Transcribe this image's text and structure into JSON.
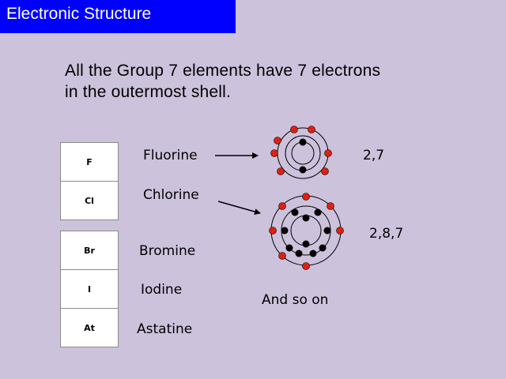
{
  "slide": {
    "title": "Electronic Structure",
    "heading_line1": "All the Group 7 elements have 7 electrons",
    "heading_line2": "in the outermost shell."
  },
  "table": {
    "group_a": [
      "F",
      "Cl"
    ],
    "group_b": [
      "Br",
      "I",
      "At"
    ]
  },
  "elements": {
    "fluorine": "Fluorine",
    "chlorine": "Chlorine",
    "bromine": "Bromine",
    "iodine": "Iodine",
    "astatine": "Astatine"
  },
  "configs": {
    "fluorine": "2,7",
    "chlorine": "2,8,7"
  },
  "footer": "And so on",
  "colors": {
    "background": "#ccc2dc",
    "title_bar": "#0000ff",
    "title_text": "#ffffff",
    "outer_electron": "#e02010",
    "inner_electron": "#000000"
  }
}
